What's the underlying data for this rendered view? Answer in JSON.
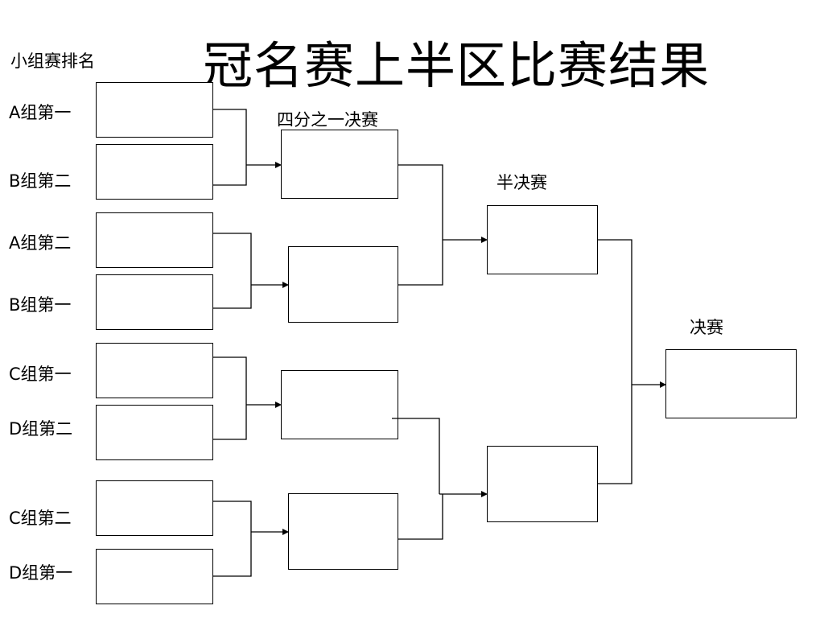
{
  "slide": {
    "title": "冠名赛上半区比赛结果"
  },
  "labels": {
    "group_ranking": "小组赛排名",
    "quarterfinal": "四分之一决赛",
    "semifinal": "半决赛",
    "final": "决赛"
  },
  "seeds": [
    "A组第一",
    "B组第二",
    "A组第二",
    "B组第一",
    "C组第一",
    "D组第二",
    "C组第二",
    "D组第一"
  ],
  "colors": {
    "line": "#000000",
    "background": "#ffffff"
  }
}
